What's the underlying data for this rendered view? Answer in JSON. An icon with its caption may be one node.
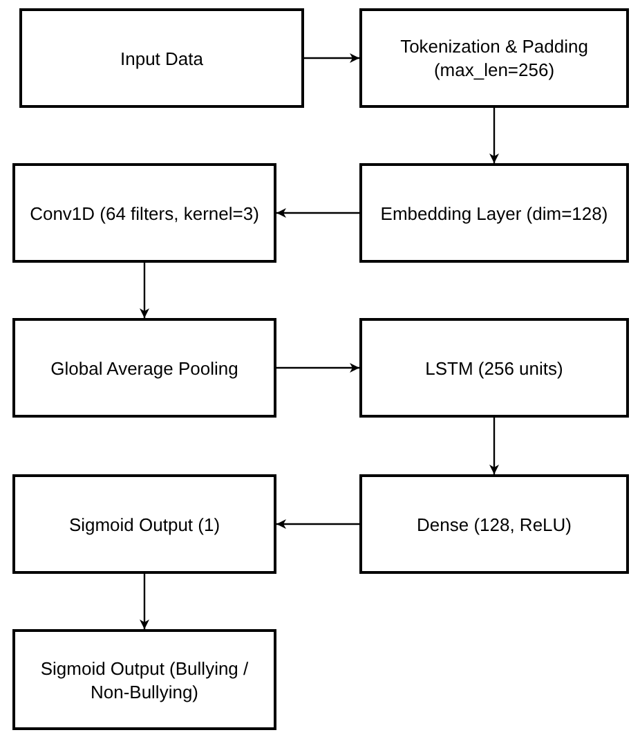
{
  "diagram": {
    "nodes": [
      {
        "text": [
          "Input Data"
        ]
      },
      {
        "text": [
          "Tokenization & Padding (max_len=256)"
        ]
      },
      {
        "text": [
          "Embedding Layer (dim=128)"
        ]
      },
      {
        "text": [
          "Conv1D (64 filters, kernel=3)"
        ]
      },
      {
        "text": [
          "Global Average Pooling"
        ]
      },
      {
        "text": [
          "LSTM (256 units)"
        ]
      },
      {
        "text": [
          "Dense (128, ReLU)"
        ]
      },
      {
        "text": [
          "Sigmoid Output (1)"
        ]
      },
      {
        "text": [
          "Sigmoid Output (Bullying / Non-Bullying)"
        ]
      }
    ],
    "edges": [
      {
        "from": 0,
        "to": 1,
        "arrow": "to"
      },
      {
        "from": 1,
        "to": 2,
        "arrow": "to"
      },
      {
        "from": 2,
        "to": 3,
        "arrow": "to"
      },
      {
        "from": 3,
        "to": 4,
        "arrow": "to"
      },
      {
        "from": 4,
        "to": 5,
        "arrow": "to"
      },
      {
        "from": 5,
        "to": 6,
        "arrow": "to"
      },
      {
        "from": 6,
        "to": 7,
        "arrow": "to"
      },
      {
        "from": 7,
        "to": 8,
        "arrow": "to"
      }
    ]
  }
}
